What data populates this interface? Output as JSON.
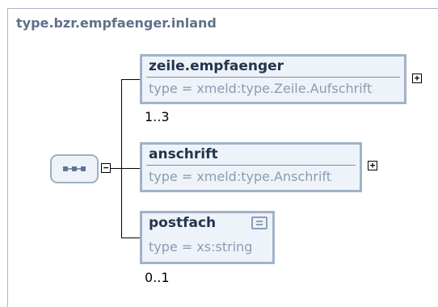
{
  "diagram": {
    "title": "type.bzr.empfaenger.inland",
    "sequence_icon": "sequence-compositor-icon",
    "sequence_toggle": "−",
    "elements": [
      {
        "name": "zeile.empfaenger",
        "type": "type = xmeld:type.Zeile.Aufschrift",
        "cardinality": "1..3",
        "expand": "+"
      },
      {
        "name": "anschrift",
        "type": "type = xmeld:type.Anschrift",
        "cardinality": "",
        "expand": "+"
      },
      {
        "name": "postfach",
        "type": "type = xs:string",
        "cardinality": "0..1",
        "annotation_icon": "documentation-icon"
      }
    ]
  }
}
